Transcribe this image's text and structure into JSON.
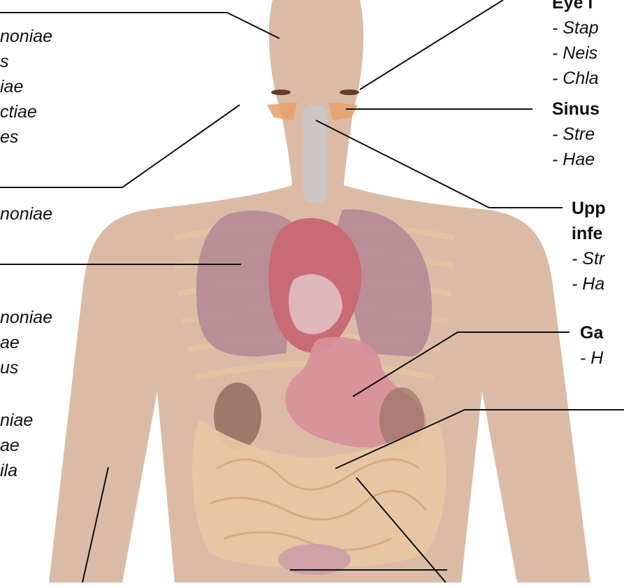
{
  "left_labels": [
    {
      "lines": [
        "noniae",
        "s",
        "iae",
        "ctiae",
        "es"
      ]
    },
    {
      "lines": [
        "noniae"
      ]
    },
    {
      "lines": [
        "noniae",
        "ae",
        "us"
      ]
    },
    {
      "lines": [
        "niae",
        "ae",
        "ila"
      ]
    }
  ],
  "right_labels": {
    "eye": {
      "heading": "Eye i",
      "items": [
        "- Stap",
        "- Neis",
        "- Chla"
      ]
    },
    "sinus": {
      "heading": "Sinus",
      "items": [
        "- Stre",
        "- Hae"
      ]
    },
    "upper": {
      "heading": [
        "Upp",
        "infe"
      ],
      "items": [
        "- Str",
        "- Ha"
      ]
    },
    "gastric": {
      "heading": "Ga",
      "items": [
        "- H"
      ]
    }
  },
  "colors": {
    "skin": "#dcbba6",
    "lung": "#b58a96",
    "heart": "#c96b74",
    "stomach": "#d8909a",
    "intestine": "#e8c7a4",
    "kidney": "#8c6a5a",
    "trachea": "#c9c9c9",
    "sinus": "#e8a06a",
    "line": "#111111"
  }
}
